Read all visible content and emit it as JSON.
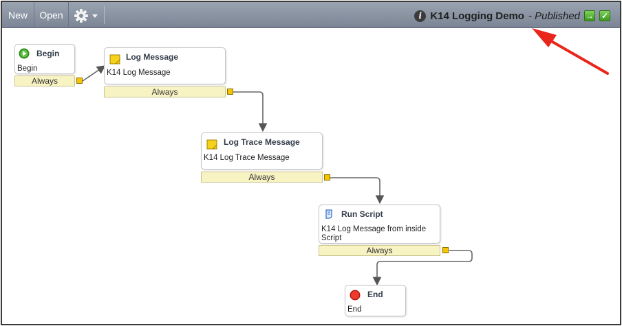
{
  "toolbar": {
    "new_label": "New",
    "open_label": "Open",
    "settings_icon": "gear-icon",
    "app_title": "K14 Logging Demo",
    "status_text": "- Published"
  },
  "nodes": {
    "begin": {
      "title": "Begin",
      "desc": "Begin",
      "bar": "Always",
      "icon": "play-icon"
    },
    "log_message": {
      "title": "Log Message",
      "desc": "K14 Log Message",
      "bar": "Always",
      "icon": "note-icon"
    },
    "log_trace": {
      "title": "Log Trace Message",
      "desc": "K14 Log Trace Message",
      "bar": "Always",
      "icon": "note-icon"
    },
    "run_script": {
      "title": "Run Script",
      "desc": "K14 Log Message from inside Script",
      "bar": "Always",
      "icon": "script-icon"
    },
    "end": {
      "title": "End",
      "desc": "End",
      "icon": "stop-icon"
    }
  },
  "colors": {
    "toolbar": "#8a93a2",
    "bar_fill": "#f8f3c3",
    "port": "#f4c500",
    "annotation_arrow": "#e8261c"
  }
}
